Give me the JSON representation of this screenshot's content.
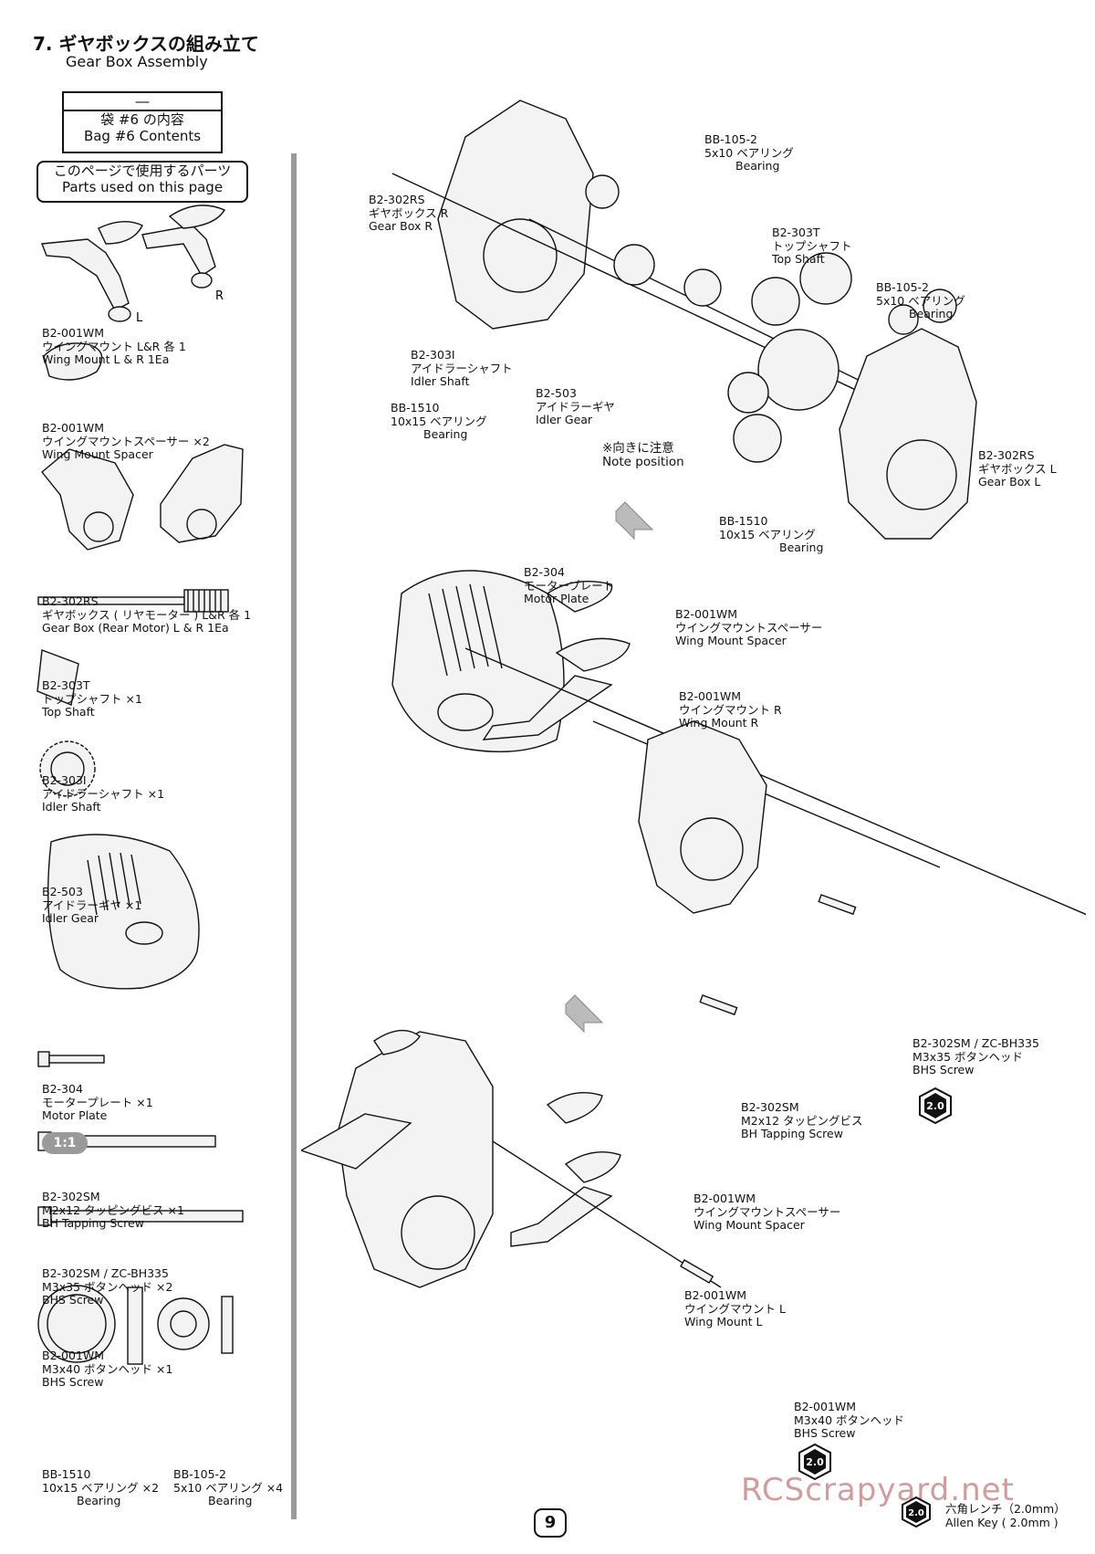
{
  "header": {
    "title": "7. ギヤボックスの組み立て",
    "subtitle": "Gear Box Assembly"
  },
  "bag": {
    "dash": "―",
    "jp": "袋 #6 の内容",
    "en": "Bag #6 Contents"
  },
  "parts_box": {
    "jp": "このページで使用するパーツ",
    "en": "Parts used on this page"
  },
  "parts_list": [
    {
      "code": "B2-001WM",
      "jp": "ウイングマウント L&R 各 1",
      "en": "Wing Mount L & R 1Ea"
    },
    {
      "code": "B2-001WM",
      "jp": "ウイングマウントスペーサー ×2",
      "en": "Wing Mount Spacer"
    },
    {
      "code": "B2-302RS",
      "jp": "ギヤボックス ( リヤモーター ) L&R 各 1",
      "en": "Gear Box (Rear Motor) L & R 1Ea"
    },
    {
      "code": "B2-303T",
      "jp": "トップシャフト ×1",
      "en": "Top Shaft"
    },
    {
      "code": "B2-303I",
      "jp": "アイドラーシャフト ×1",
      "en": "Idler Shaft"
    },
    {
      "code": "B2-503",
      "jp": "アイドラーギヤ ×1",
      "en": "Idler Gear"
    },
    {
      "code": "B2-304",
      "jp": "モータープレート ×1",
      "en": "Motor Plate"
    },
    {
      "code": "B2-302SM",
      "jp": "M2x12 タッピングビス ×1",
      "en": "BH Tapping Screw"
    },
    {
      "code": "B2-302SM / ZC-BH335",
      "jp": "M3x35 ボタンヘッド ×2",
      "en": "BHS Screw"
    },
    {
      "code": "B2-001WM",
      "jp": "M3x40 ボタンヘッド ×1",
      "en": "BHS Screw"
    },
    {
      "code": "BB-1510",
      "jp": "10x15 ベアリング ×2",
      "en": "Bearing"
    },
    {
      "code": "BB-105-2",
      "jp": "5x10 ベアリング ×4",
      "en": "Bearing"
    }
  ],
  "scale_badge": "1:1",
  "lr_labels": {
    "l": "L",
    "r": "R"
  },
  "step1": [
    {
      "code": "BB-105-2",
      "jp": "5x10 ベアリング",
      "en": "Bearing"
    },
    {
      "code": "B2-302RS",
      "jp": "ギヤボックス R",
      "en": "Gear Box R"
    },
    {
      "code": "B2-303T",
      "jp": "トップシャフト",
      "en": "Top Shaft"
    },
    {
      "code": "BB-105-2",
      "jp": "5x10 ベアリング",
      "en": "Bearing"
    },
    {
      "code": "B2-303I",
      "jp": "アイドラーシャフト",
      "en": "Idler Shaft"
    },
    {
      "code": "B2-503",
      "jp": "アイドラーギヤ",
      "en": "Idler Gear"
    },
    {
      "code": "BB-1510",
      "jp": "10x15 ベアリング",
      "en": "Bearing"
    },
    {
      "code": "B2-302RS",
      "jp": "ギヤボックス L",
      "en": "Gear Box L"
    },
    {
      "code": "BB-1510",
      "jp": "10x15 ベアリング",
      "en": "Bearing"
    }
  ],
  "note": {
    "jp": "※向きに注意",
    "en": "Note position"
  },
  "step2": [
    {
      "code": "B2-304",
      "jp": "モータープレート",
      "en": "Motor Plate"
    },
    {
      "code": "B2-001WM",
      "jp": "ウイングマウントスペーサー",
      "en": "Wing Mount Spacer"
    },
    {
      "code": "B2-001WM",
      "jp": "ウイングマウント R",
      "en": "Wing Mount R"
    },
    {
      "code": "B2-302SM / ZC-BH335",
      "jp": "M3x35 ボタンヘッド",
      "en": "BHS Screw"
    },
    {
      "code": "B2-302SM",
      "jp": "M2x12 タッピングビス",
      "en": "BH Tapping Screw"
    }
  ],
  "step3": [
    {
      "code": "B2-001WM",
      "jp": "ウイングマウントスペーサー",
      "en": "Wing Mount Spacer"
    },
    {
      "code": "B2-001WM",
      "jp": "ウイングマウント L",
      "en": "Wing Mount L"
    },
    {
      "code": "B2-001WM",
      "jp": "M3x40 ボタンヘッド",
      "en": "BHS Screw"
    }
  ],
  "tool": {
    "size": "2.0",
    "jp": "六角レンチ（2.0mm）",
    "en": "Allen Key ( 2.0mm )"
  },
  "page_number": "9",
  "watermark": "RCScrapyard.net"
}
